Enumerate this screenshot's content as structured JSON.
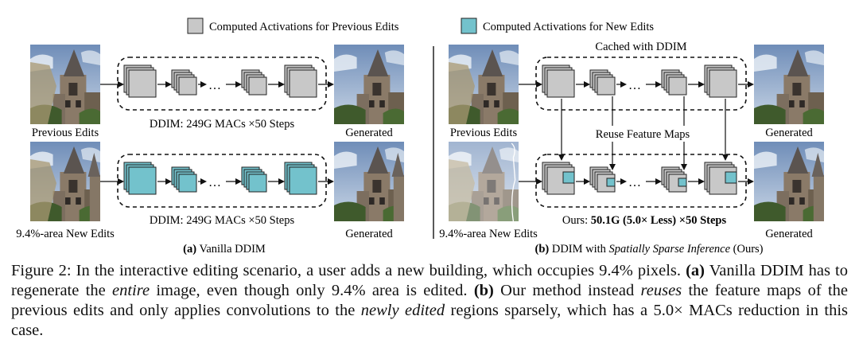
{
  "legend": {
    "previous_label": "Computed Activations for Previous Edits",
    "new_label": "Computed Activations for New Edits",
    "previous_color": "#c8c8c8",
    "new_color": "#73c2cc"
  },
  "panel_a": {
    "top_left_label": "Previous Edits",
    "top_right_label": "Generated",
    "top_pipeline_label": "DDIM: 249G MACs ×50 Steps",
    "bottom_left_label": "9.4%-area New Edits",
    "bottom_right_label": "Generated",
    "bottom_pipeline_label": "DDIM: 249G MACs ×50 Steps",
    "caption_tag": "(a)",
    "caption_text": "Vanilla DDIM"
  },
  "panel_b": {
    "cached_label": "Cached with DDIM",
    "reuse_label": "Reuse Feature Maps",
    "top_left_label": "Previous Edits",
    "top_right_label": "Generated",
    "bottom_left_label": "9.4%-area New Edits",
    "bottom_right_label": "Generated",
    "ours_prefix": "Ours: ",
    "ours_bold": "50.1G (5.0× Less) ×50 Steps",
    "caption_tag": "(b)",
    "caption_pre": "DDIM with ",
    "caption_italic": "Spatially Sparse Inference",
    "caption_post": " (Ours)"
  },
  "ellipsis": "…",
  "caption": {
    "label": "Figure 2:",
    "t1": " In the interactive editing scenario, a user adds a new building, which occupies 9.4% pixels. ",
    "a_tag": "(a)",
    "t2": " Vanilla DDIM has to regenerate the ",
    "entire": "entire",
    "t3": " image, even though only 9.4% area is edited. ",
    "b_tag": "(b)",
    "t4": " Our method instead ",
    "reuses": "reuses",
    "t5": " the feature maps of the previous edits and only applies convolutions to the ",
    "newly_edited": "newly edited",
    "t6": " regions sparsely, which has a 5.0× MACs reduction in this case."
  }
}
